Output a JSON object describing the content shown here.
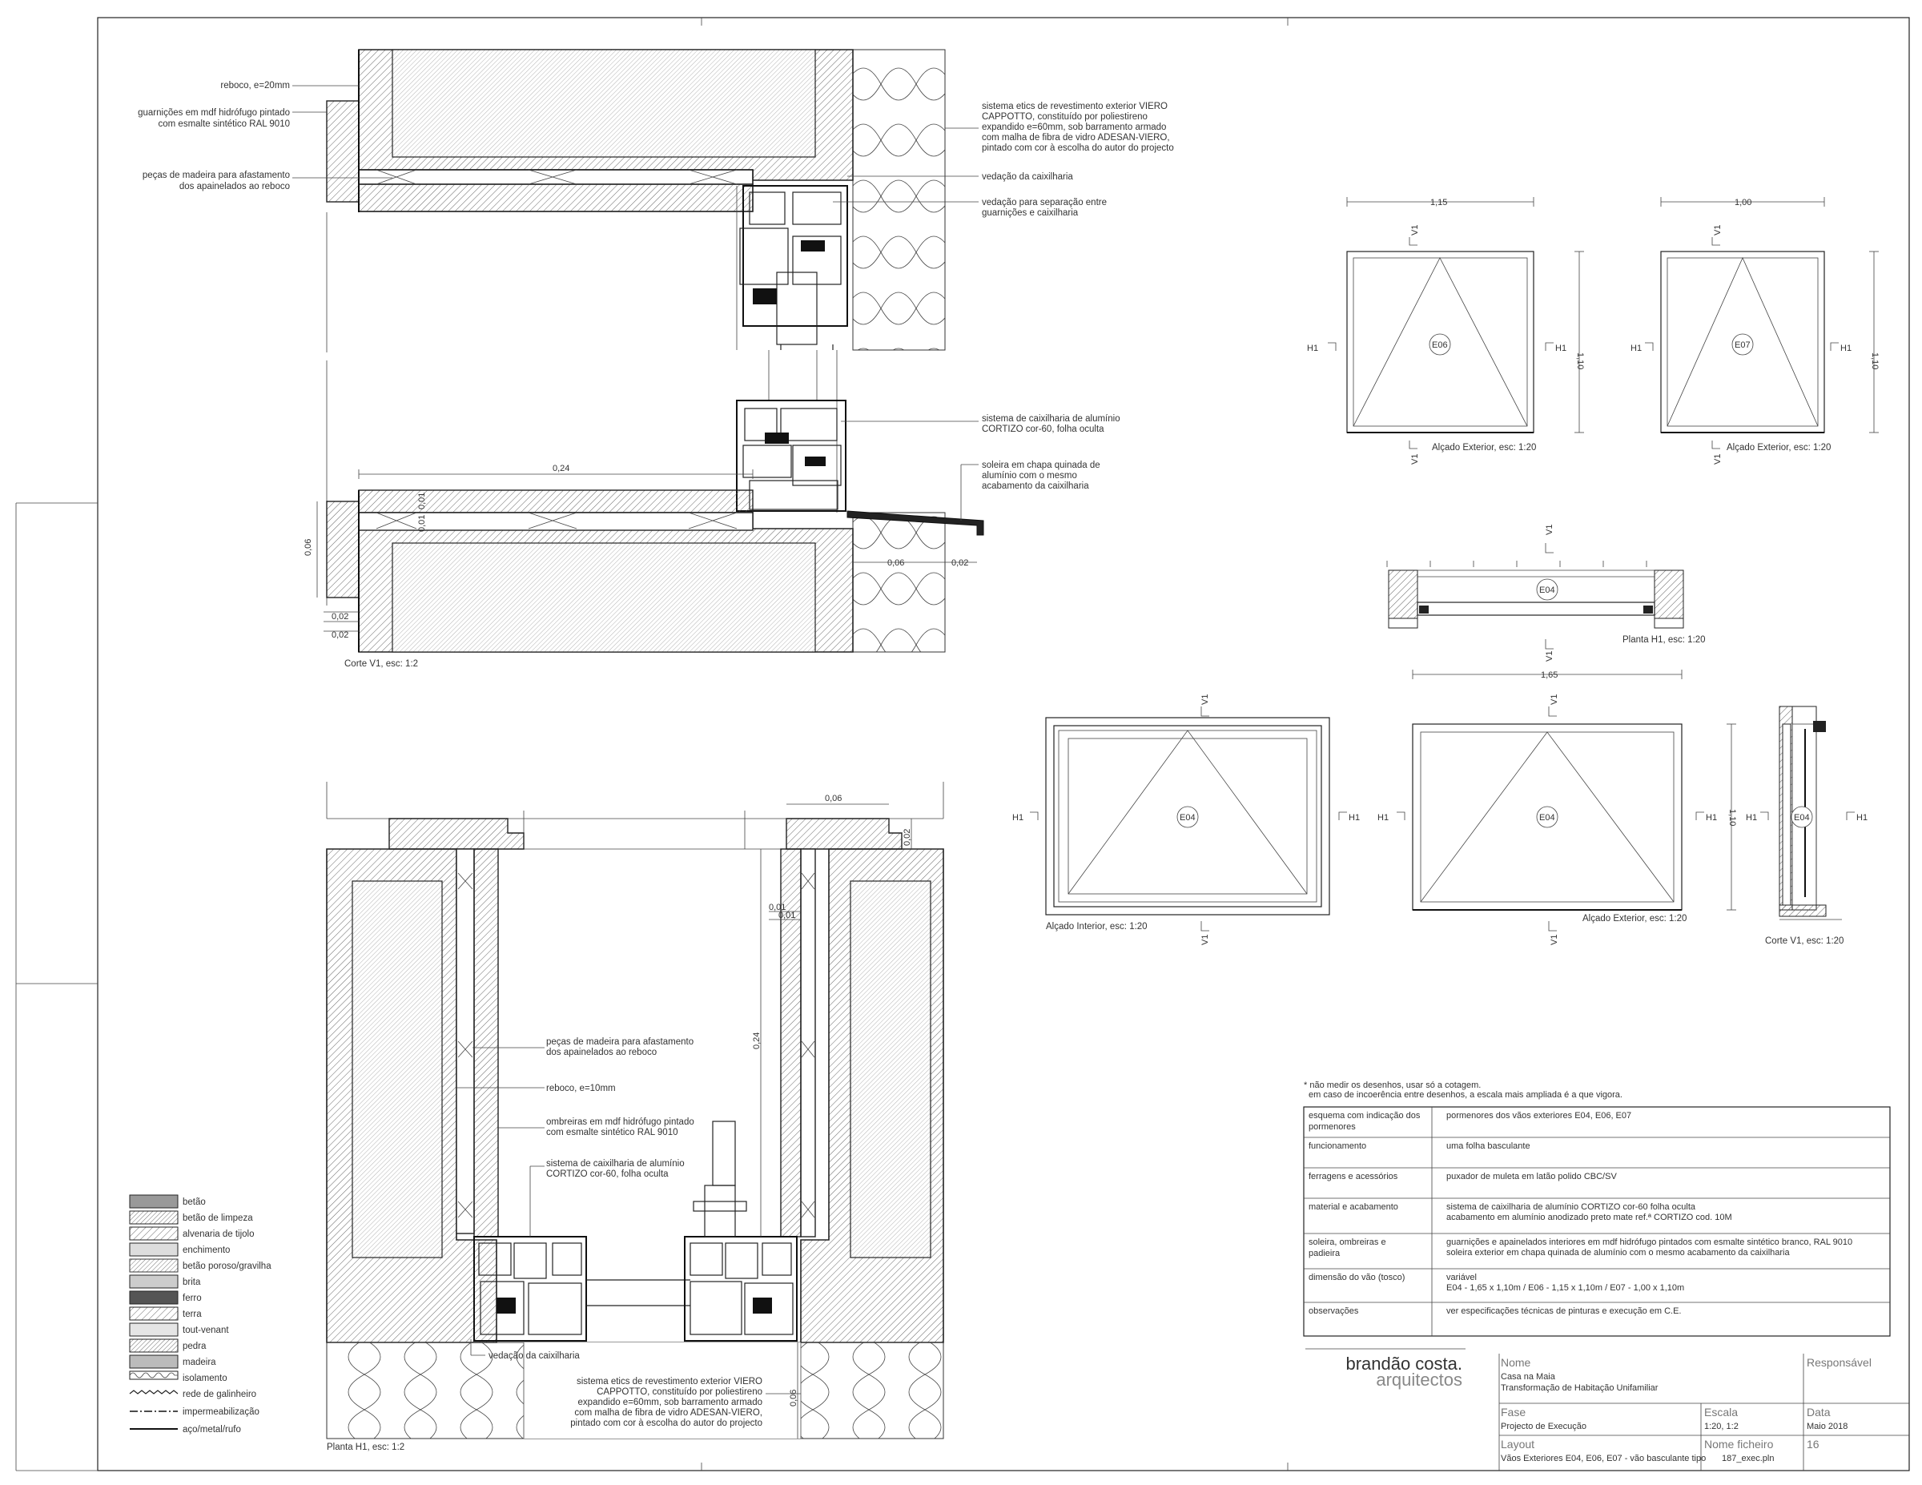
{
  "section_v1": {
    "caption": "Corte V1, esc: 1:2",
    "labels_left": [
      "reboco, e=20mm",
      "guarnições em mdf hidrófugo pintado",
      "com esmalte sintético RAL 9010",
      "peças de madeira para afastamento",
      "dos apainelados ao reboco"
    ],
    "labels_right": [
      "sistema etics de revestimento exterior VIERO",
      "CAPPOTTO, constituído por poliestireno",
      "expandido e=60mm, sob barramento armado",
      "com malha de fibra de vidro ADESAN-VIERO,",
      "pintado com cor à escolha do autor do projecto",
      "vedação da caixilharia",
      "vedação para separação entre",
      "guarnições e caixilharia",
      "sistema de caixilharia de alumínio",
      "CORTIZO cor-60, folha oculta",
      "soleira em chapa quinada de",
      "alumínio com o mesmo",
      "acabamento da caixilharia"
    ],
    "dims": [
      "0,24",
      "0,06",
      "0,02",
      "0,02",
      "0,06",
      "0,02",
      "0,01",
      "0,01"
    ]
  },
  "plan_h1": {
    "caption": "Planta H1, esc: 1:2",
    "labels": [
      "peças de madeira para afastamento",
      "dos apainelados ao reboco",
      "reboco, e=10mm",
      "ombreiras em mdf hidrófugo pintado",
      "com esmalte sintético RAL 9010",
      "sistema de caixilharia de alumínio",
      "CORTIZO cor-60, folha oculta",
      "vedação da caixilharia",
      "sistema etics de revestimento exterior VIERO",
      "CAPPOTTO, constituído por poliestireno",
      "expandido e=60mm, sob barramento armado",
      "com malha de fibra de vidro ADESAN-VIERO,",
      "pintado com cor à escolha do autor do projecto"
    ],
    "dims": [
      "0,06",
      "0,02",
      "0,01",
      "0,01",
      "0,24",
      "0,06"
    ]
  },
  "legend": [
    "betão",
    "betão de limpeza",
    "alvenaria de tijolo",
    "enchimento",
    "betão poroso/gravilha",
    "brita",
    "ferro",
    "terra",
    "tout-venant",
    "pedra",
    "madeira",
    "isolamento",
    "rede de galinheiro",
    "impermeabilização",
    "aço/metal/rufo"
  ],
  "elevations": {
    "e06": {
      "tag": "E06",
      "width": "1,15",
      "height": "1,10",
      "caption": "Alçado Exterior, esc: 1:20"
    },
    "e07": {
      "tag": "E07",
      "width": "1,00",
      "height": "1,10",
      "caption": "Alçado Exterior, esc: 1:20"
    },
    "plan_e04": {
      "tag": "E04",
      "caption": "Planta H1, esc: 1:20"
    },
    "e04_int": {
      "tag": "E04",
      "caption": "Alçado Interior, esc: 1:20"
    },
    "e04_ext": {
      "tag": "E04",
      "width": "1,65",
      "height": "1,10",
      "caption": "Alçado Exterior, esc: 1:20"
    },
    "e04_sec": {
      "tag": "E04",
      "caption": "Corte V1, esc: 1:20"
    },
    "markers": {
      "h": "H1",
      "v": "V1"
    }
  },
  "notes": [
    "* não medir os desenhos, usar só a cotagem.",
    "em caso de incoerência entre desenhos, a escala mais ampliada é a que vigora."
  ],
  "spec_table": [
    [
      "esquema com indicação dos pormenores",
      "pormenores dos vãos exteriores E04, E06, E07"
    ],
    [
      "funcionamento",
      "uma folha basculante"
    ],
    [
      "ferragens e acessórios",
      "puxador de muleta em latão polido CBC/SV"
    ],
    [
      "material e acabamento",
      "sistema de caixilharia de alumínio CORTIZO cor-60 folha oculta|acabamento em alumínio anodizado preto mate ref.ª CORTIZO cod. 10M"
    ],
    [
      "soleira, ombreiras e padieira",
      "guarnições e apainelados interiores em mdf hidrófugo pintados com esmalte sintético branco, RAL 9010|soleira exterior em chapa quinada de alumínio com o mesmo acabamento da caixilharia"
    ],
    [
      "dimensão do vão (tosco)",
      "variável|E04 - 1,65 x 1,10m   /   E06 - 1,15 x 1,10m   /   E07 - 1,00 x 1,10m"
    ],
    [
      "observações",
      "ver especificações técnicas de pinturas e execução em C.E."
    ]
  ],
  "title_block": {
    "logo_main": "brandão costa.",
    "logo_sub": "arquitectos",
    "nome_label": "Nome",
    "nome_1": "Casa na Maia",
    "nome_2": "Transformação de Habitação Unifamiliar",
    "responsavel_label": "Responsável",
    "fase_label": "Fase",
    "fase": "Projecto de Execução",
    "escala_label": "Escala",
    "escala": "1:20, 1:2",
    "data_label": "Data",
    "data": "Maio 2018",
    "layout_label": "Layout",
    "layout": "Vãos Exteriores E04, E06, E07 - vão basculante tipo",
    "ficheiro_label": "Nome ficheiro",
    "ficheiro": "187_exec.pln",
    "sheet_no": "16"
  }
}
